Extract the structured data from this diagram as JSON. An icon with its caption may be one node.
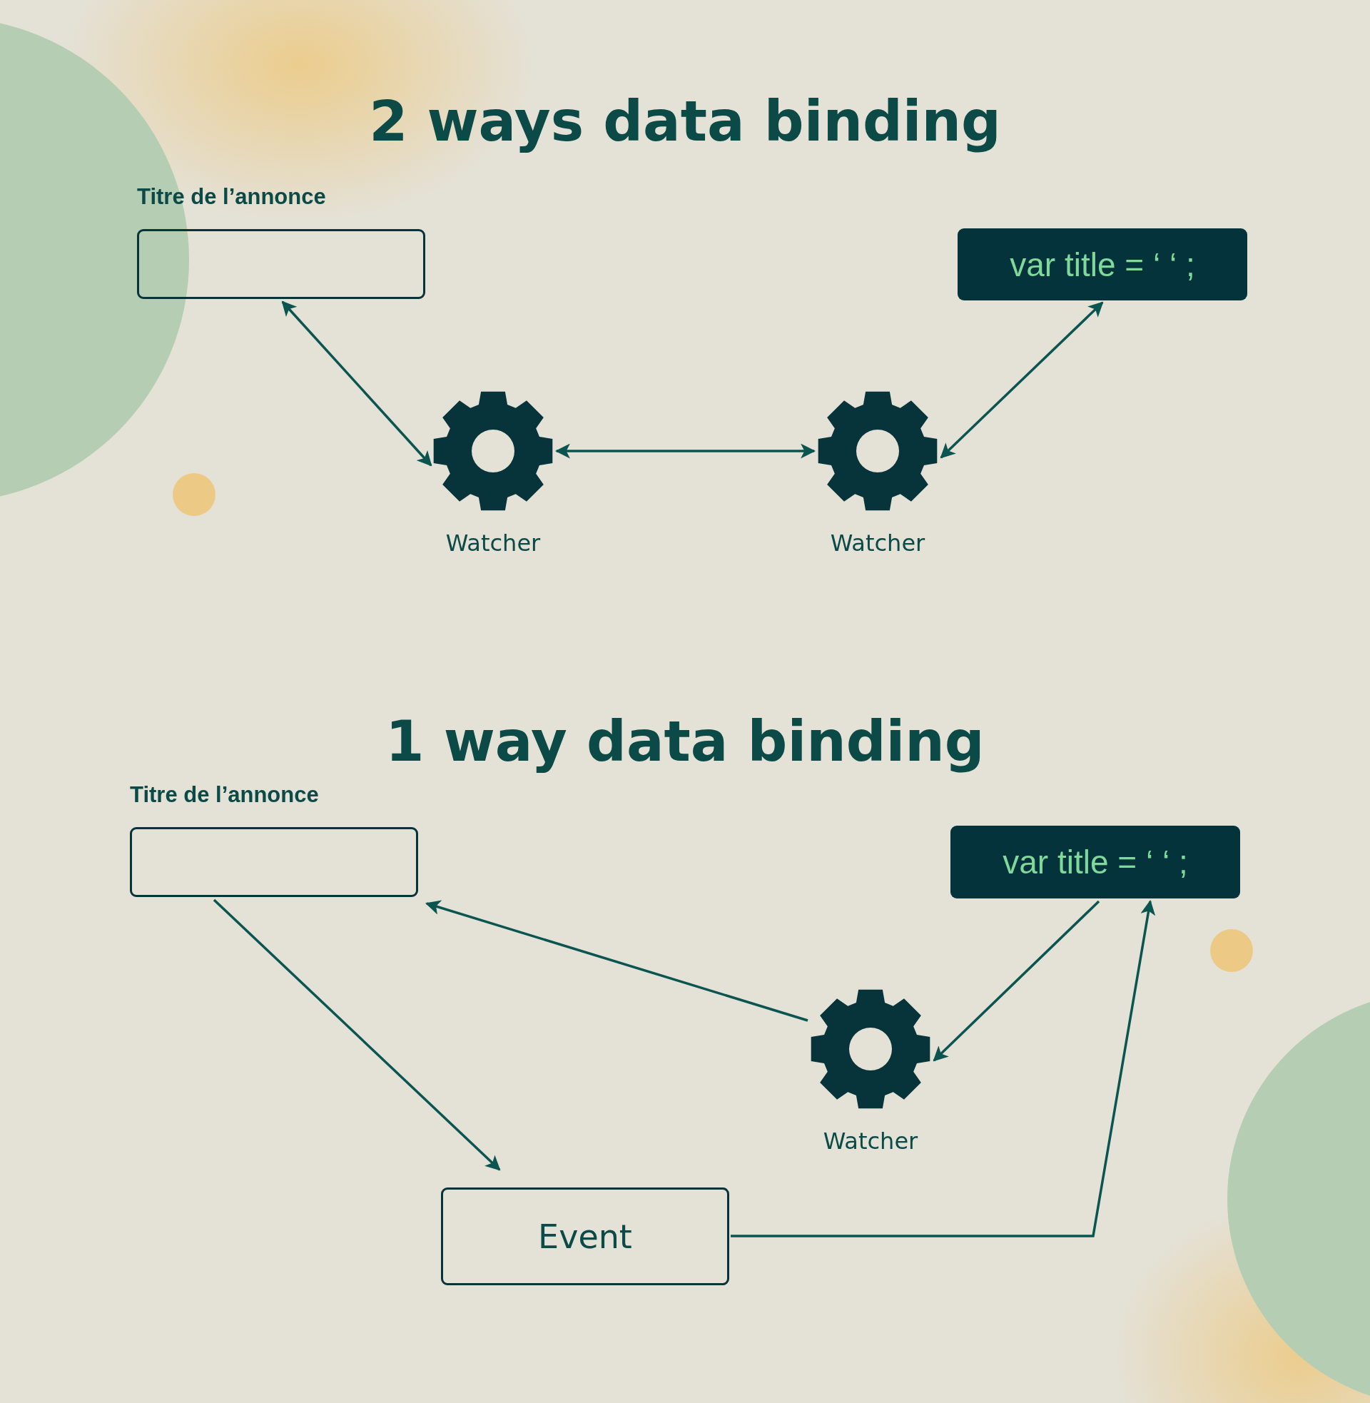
{
  "diagram": {
    "nodes": [
      {
        "text": [
          "Titre de l’annonce"
        ]
      },
      {
        "text": [
          "var title = ‘ ‘ ;"
        ]
      },
      {
        "text": [
          "Watcher"
        ]
      },
      {
        "text": [
          "Watcher"
        ]
      },
      {
        "text": [
          "Titre de l’annonce"
        ]
      },
      {
        "text": [
          "var title = ‘ ‘ ;"
        ]
      },
      {
        "text": [
          "Watcher"
        ]
      },
      {
        "text": [
          "Event"
        ]
      }
    ],
    "edges": [
      {
        "from": 0,
        "to": 2,
        "arrow": "both"
      },
      {
        "from": 2,
        "to": 3,
        "arrow": "both"
      },
      {
        "from": 1,
        "to": 3,
        "arrow": "both"
      },
      {
        "from": 4,
        "to": 7,
        "arrow": "to"
      },
      {
        "from": 6,
        "to": 4,
        "arrow": "to"
      },
      {
        "from": 5,
        "to": 6,
        "arrow": "to"
      },
      {
        "from": 7,
        "to": 5,
        "arrow": "to"
      }
    ],
    "labels": [
      "2 ways data binding",
      "1 way data binding"
    ]
  }
}
